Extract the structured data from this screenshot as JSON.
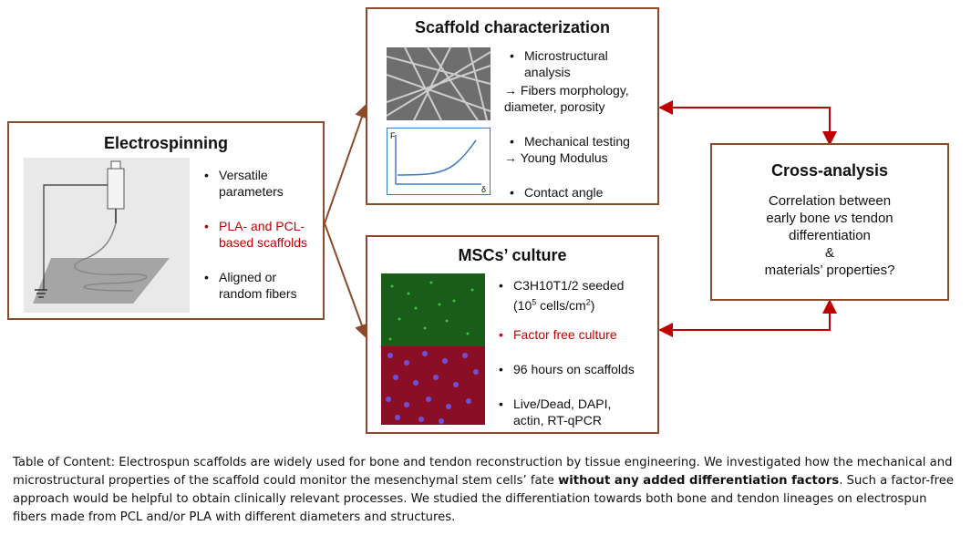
{
  "electrospinning": {
    "title": "Electrospinning",
    "bullets": [
      {
        "text": "Versatile parameters",
        "red": false
      },
      {
        "text": "PLA- and PCL-based scaffolds",
        "red": true
      },
      {
        "text": "Aligned or random fibers",
        "red": false
      }
    ]
  },
  "scaffold": {
    "title": "Scaffold characterization",
    "b1": "Microstructural analysis",
    "b1_sub": "→ Fibers morphology, diameter, porosity",
    "b2": "Mechanical testing",
    "b2_sub": "→ Young Modulus",
    "b3": "Contact angle",
    "graph_f": "F",
    "graph_d": "δ"
  },
  "culture": {
    "title": "MSCs’ culture",
    "b1": "C3H10T1/2 seeded",
    "b1_sub_pre": "(10",
    "b1_sup": "5",
    "b1_sub_post": " cells/cm",
    "b1_sup2": "2",
    "b1_end": ")",
    "b2": "Factor free culture",
    "b3": "96 hours on scaffolds",
    "b4": "Live/Dead, DAPI, actin, RT-qPCR"
  },
  "cross": {
    "title": "Cross-analysis",
    "line1": "Correlation between",
    "line2_pre": "early bone ",
    "line2_vs": "vs",
    "line2_post": " tendon",
    "line3": "differentiation",
    "line4": "&",
    "line5": "materials’ properties?"
  },
  "caption": {
    "part1": "Table of Content: Electrospun scaffolds are widely used for bone and tendon reconstruction by tissue engineering. We investigated how the mechanical and microstructural properties of the scaffold could monitor the mesenchymal stem cells’ fate ",
    "bold": "without any added differentiation factors",
    "part2": ". Such a factor-free approach would be helpful to obtain clinically relevant processes. We studied the differentiation towards both bone and tendon lineages on electrospun fibers made from PCL and/or PLA with different diameters and structures."
  },
  "colors": {
    "border": "#8b4a2b",
    "arrow_red": "#c00000",
    "accent_text": "#c00000"
  }
}
